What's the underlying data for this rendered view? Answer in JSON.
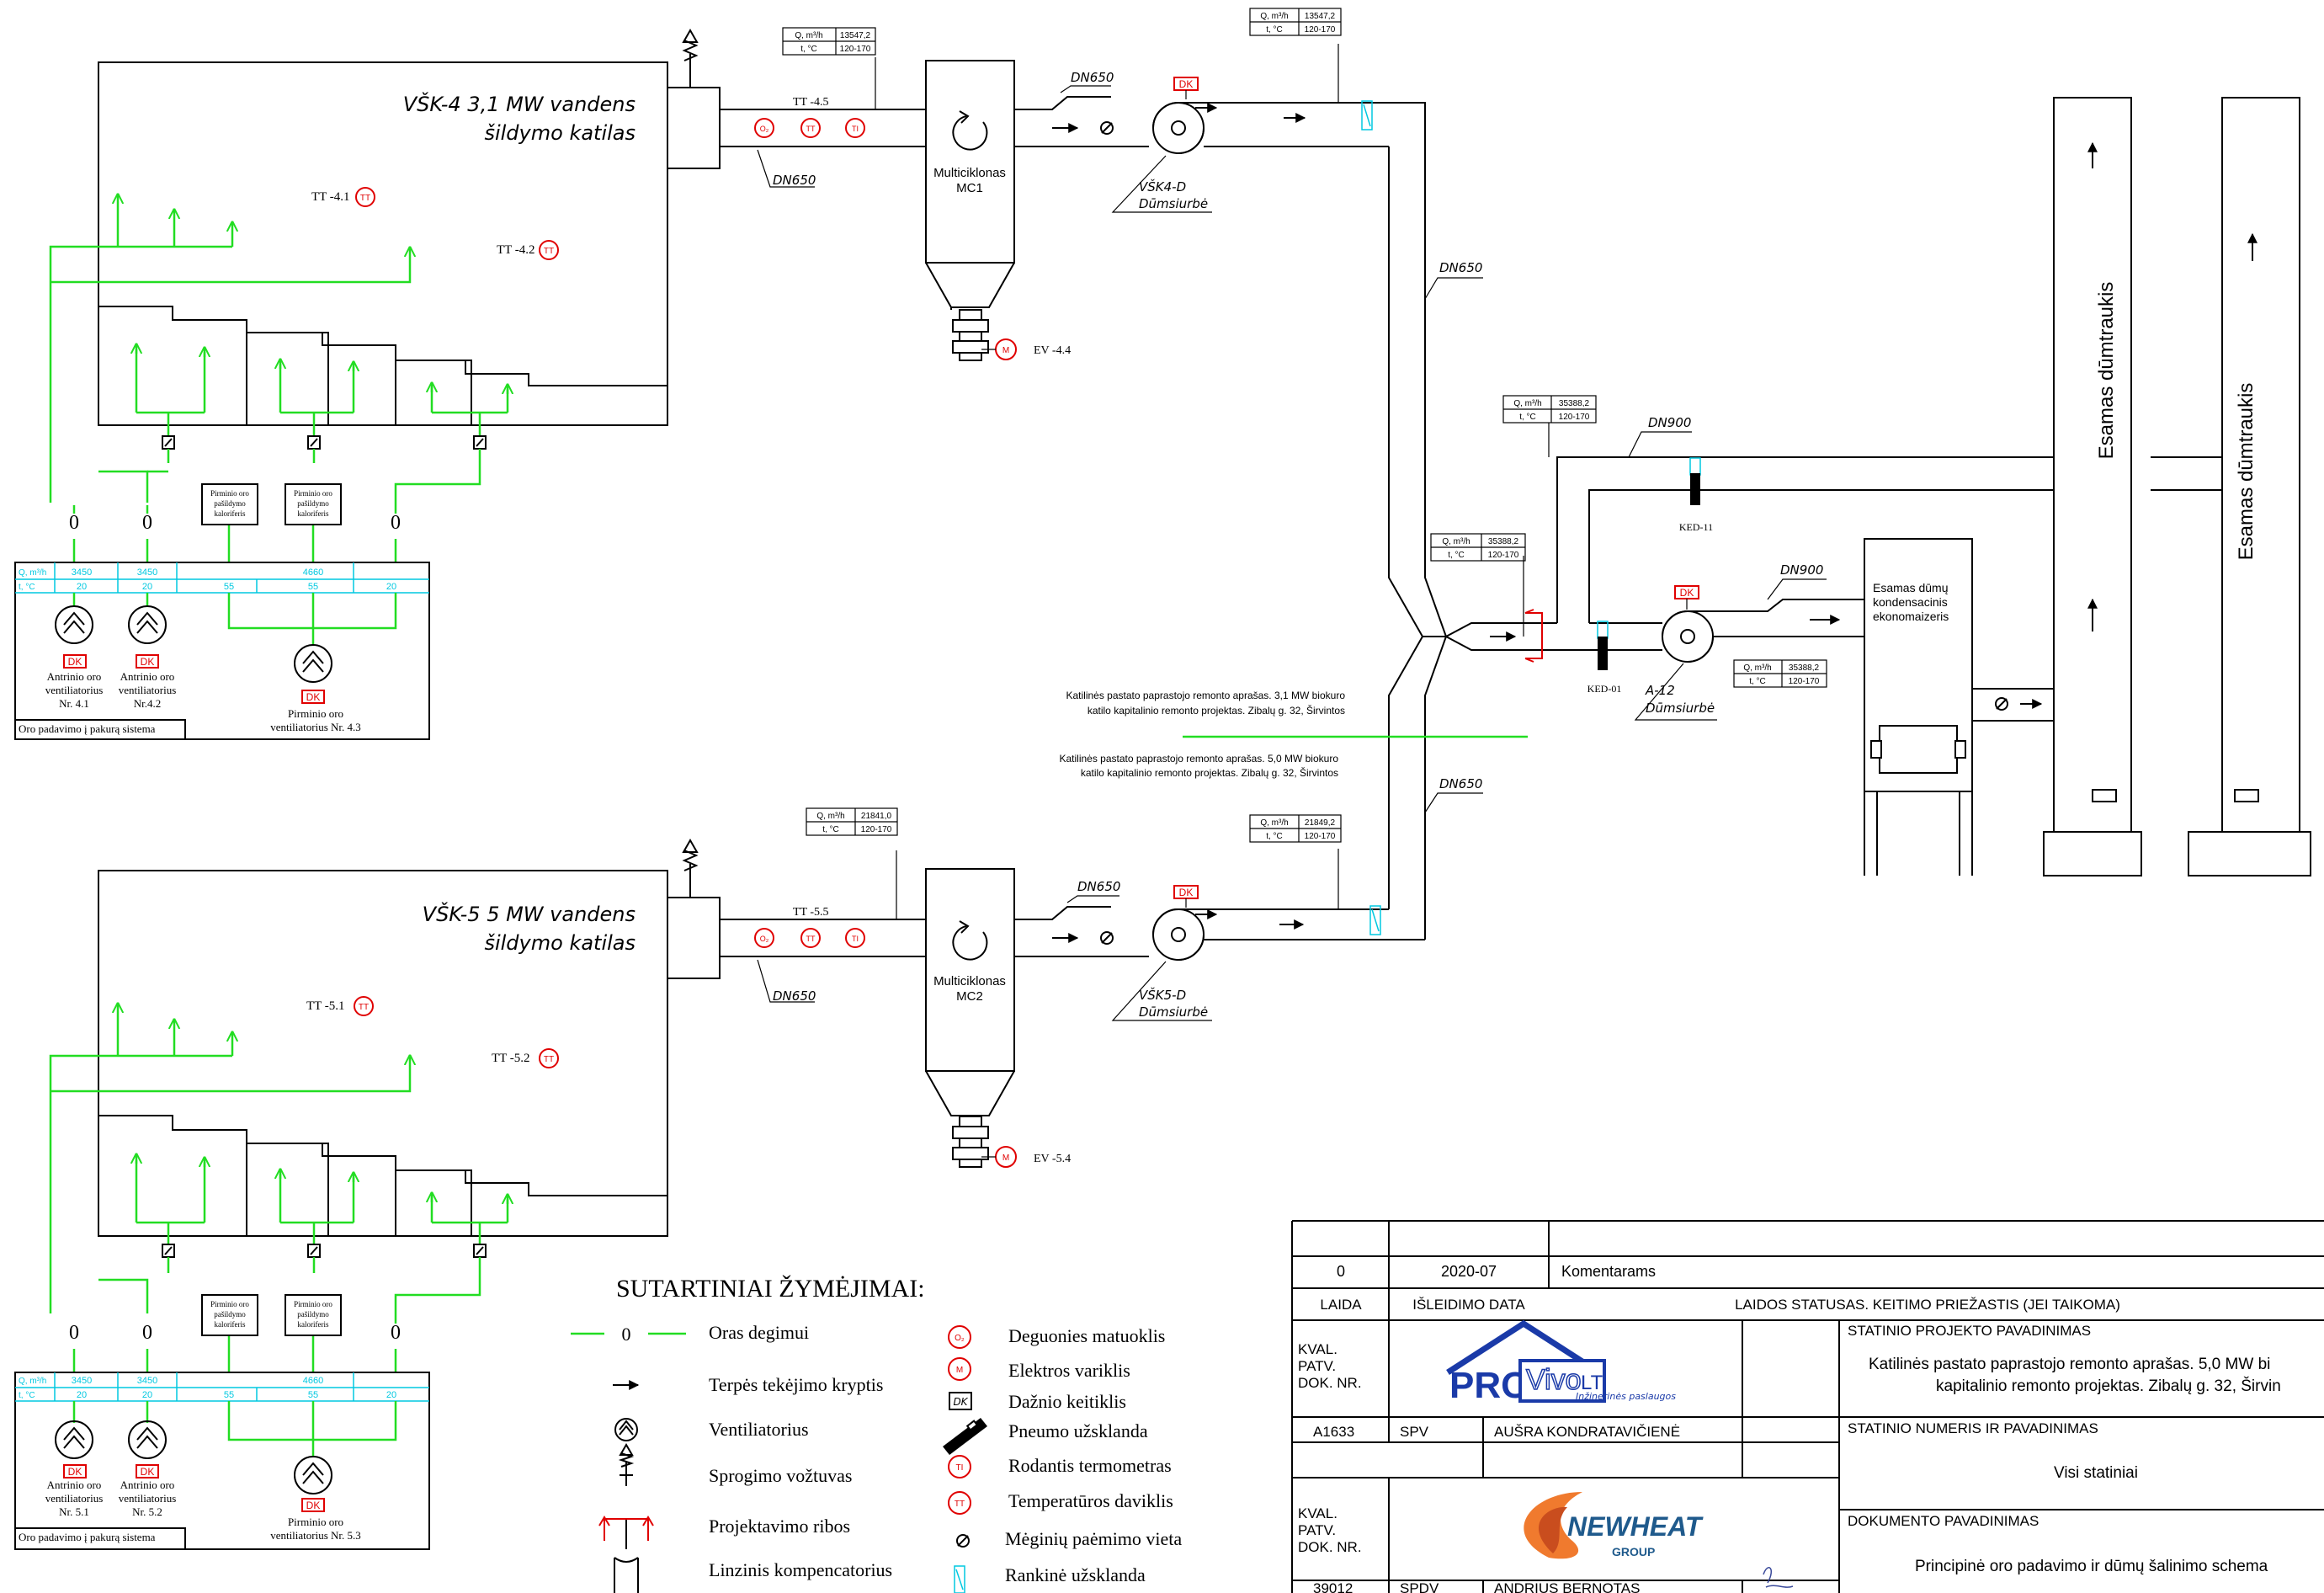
{
  "boiler4": {
    "title_line1": "VŠK-4 3,1 MW vandens",
    "title_line2": "šildymo katilas",
    "tt1": "TT -4.1",
    "tt2": "TT -4.2",
    "tt_main": "TT -4.5",
    "multicyclone_line1": "Multiciklonas",
    "multicyclone_line2": "MC1",
    "ev": "EV -4.4",
    "fan_line1": "VŠK4-D",
    "fan_line2": "Dūmsiurbė",
    "dn_a": "DN650",
    "dn_b": "DN650",
    "dn_c": "DN650",
    "q_table1": {
      "q_label": "Q, m³/h",
      "q_value": "13547,2",
      "t_label": "t, °C",
      "t_value": "120-170"
    },
    "q_table2": {
      "q_label": "Q, m³/h",
      "q_value": "13547,2",
      "t_label": "t, °C",
      "t_value": "120-170"
    },
    "heater_label": "Pirminio oro pašildymo kaloriferis",
    "zero": "0",
    "air_table": {
      "q_label": "Q, m³/h",
      "t_label": "t, °C",
      "q1": "3450",
      "q2": "3450",
      "q3": "4660",
      "t1": "20",
      "t2": "20",
      "t3": "55",
      "t4": "55",
      "t5": "20"
    },
    "fan1_line1": "Antrinio oro",
    "fan1_line2": "ventiliatorius",
    "fan1_line3": "Nr. 4.1",
    "fan2_line1": "Antrinio oro",
    "fan2_line2": "ventiliatorius",
    "fan2_line3": "Nr.4.2",
    "fan3_line1": "Pirminio oro",
    "fan3_line2": "ventiliatorius Nr. 4.3",
    "supply_label": "Oro padavimo į pakurą sistema"
  },
  "boiler5": {
    "title_line1": "VŠK-5 5 MW vandens",
    "title_line2": "šildymo katilas",
    "tt1": "TT -5.1",
    "tt2": "TT -5.2",
    "tt_main": "TT -5.5",
    "multicyclone_line1": "Multiciklonas",
    "multicyclone_line2": "MC2",
    "ev": "EV -5.4",
    "fan_line1": "VŠK5-D",
    "fan_line2": "Dūmsiurbė",
    "dn_a": "DN650",
    "dn_b": "DN650",
    "dn_c": "DN650",
    "q_table1": {
      "q_label": "Q, m³/h",
      "q_value": "21841,0",
      "t_label": "t, °C",
      "t_value": "120-170"
    },
    "q_table2": {
      "q_label": "Q, m³/h",
      "q_value": "21849,2",
      "t_label": "t, °C",
      "t_value": "120-170"
    },
    "heater_label": "Pirminio oro pašildymo kaloriferis",
    "zero": "0",
    "air_table": {
      "q_label": "Q, m³/h",
      "t_label": "t, °C",
      "q1": "3450",
      "q2": "3450",
      "q3": "4660",
      "t1": "20",
      "t2": "20",
      "t3": "55",
      "t4": "55",
      "t5": "20"
    },
    "fan1_line1": "Antrinio oro",
    "fan1_line2": "ventiliatorius",
    "fan1_line3": "Nr. 5.1",
    "fan2_line1": "Antrinio oro",
    "fan2_line2": "ventiliatorius",
    "fan2_line3": "Nr. 5.2",
    "fan3_line1": "Pirminio oro",
    "fan3_line2": "ventiliatorius Nr. 5.3",
    "supply_label": "Oro padavimo į pakurą sistema"
  },
  "common": {
    "dk": "DK",
    "dn900_a": "DN900",
    "dn900_b": "DN900",
    "q_table_a": {
      "q_label": "Q, m³/h",
      "q_value": "35388,2",
      "t_label": "t, °C",
      "t_value": "120-170"
    },
    "q_table_b": {
      "q_label": "Q, m³/h",
      "q_value": "35388,2",
      "t_label": "t, °C",
      "t_value": "120-170"
    },
    "q_table_c": {
      "q_label": "Q, m³/h",
      "q_value": "35388,2",
      "t_label": "t, °C",
      "t_value": "120-170"
    },
    "ked11": "KED-11",
    "ked01": "KED-01",
    "fan_a12_line1": "A-12",
    "fan_a12_line2": "Dūmsiurbė",
    "economizer_line1": "Esamas dūmų",
    "economizer_line2": "kondensacinis",
    "economizer_line3": "ekonomaizeris",
    "chimney": "Esamas dūmtraukis",
    "note1_line1": "Katilinės pastato paprastojo remonto aprašas. 3,1 MW biokuro",
    "note1_line2": "katilo kapitalinio remonto projektas. Zibalų g. 32, Širvintos",
    "note2_line1": "Katilinės pastato paprastojo remonto aprašas. 5,0 MW biokuro",
    "note2_line2": "katilo kapitalinio remonto projektas. Zibalų g. 32, Širvintos"
  },
  "legend": {
    "title": "SUTARTINIAI ŽYMĖJIMAI:",
    "zero": "0",
    "items_left": [
      "Oras degimui",
      "Terpės tekėjimo kryptis",
      "Ventiliatorius",
      "Sprogimo vožtuvas",
      "Projektavimo ribos",
      "Linzinis kompencatorius"
    ],
    "items_right": [
      "Deguonies matuoklis",
      "Elektros variklis",
      "Dažnio keitiklis",
      "Pneumo užsklanda",
      "Rodantis termometras",
      "Temperatūros daviklis",
      "Mėginių paėmimo vieta",
      "Rankinė užsklanda"
    ],
    "sym_o2": "O₂",
    "sym_m": "M",
    "sym_dk": "DK",
    "sym_ti": "TI",
    "sym_tt": "TT"
  },
  "titleblock": {
    "rev": "0",
    "date": "2020-07",
    "comment": "Komentarams",
    "h_laida": "LAIDA",
    "h_date": "IŠLEIDIMO DATA",
    "h_status": "LAIDOS STATUSAS. KEITIMO PRIEŽASTIS (JEI TAIKOMA)",
    "kval1_line1": "KVAL.",
    "kval1_line2": "PATV.",
    "kval1_line3": "DOK. NR.",
    "kval2_line1": "KVAL.",
    "kval2_line2": "PATV.",
    "kval2_line3": "DOK. NR.",
    "logo1_pro": "PRO",
    "logo1_vivo": "Vivo",
    "logo1_lt": "LT",
    "logo1_sub": "Inžinerinės paslaugos",
    "logo2_main": "NEWHEAT",
    "logo2_sub": "GROUP",
    "code1": "A1633",
    "role1": "SPV",
    "name1": "AUŠRA KONDRATAVIČIENĖ",
    "code2": "39012",
    "role2": "SPDV",
    "name2": "ANDRIUS BERNOTAS",
    "h_project": "STATINIO PROJEKTO PAVADINIMAS",
    "project_line1": "Katilinės pastato paprastojo remonto aprašas. 5,0 MW bi",
    "project_line2": "kapitalinio remonto projektas. Zibalų g. 32, Širvin",
    "h_number": "STATINIO NUMERIS IR PAVADINIMAS",
    "number_value": "Visi statiniai",
    "h_document": "DOKUMENTO PAVADINIMAS",
    "document_value": "Principinė oro padavimo ir dūmų šalinimo schema"
  }
}
